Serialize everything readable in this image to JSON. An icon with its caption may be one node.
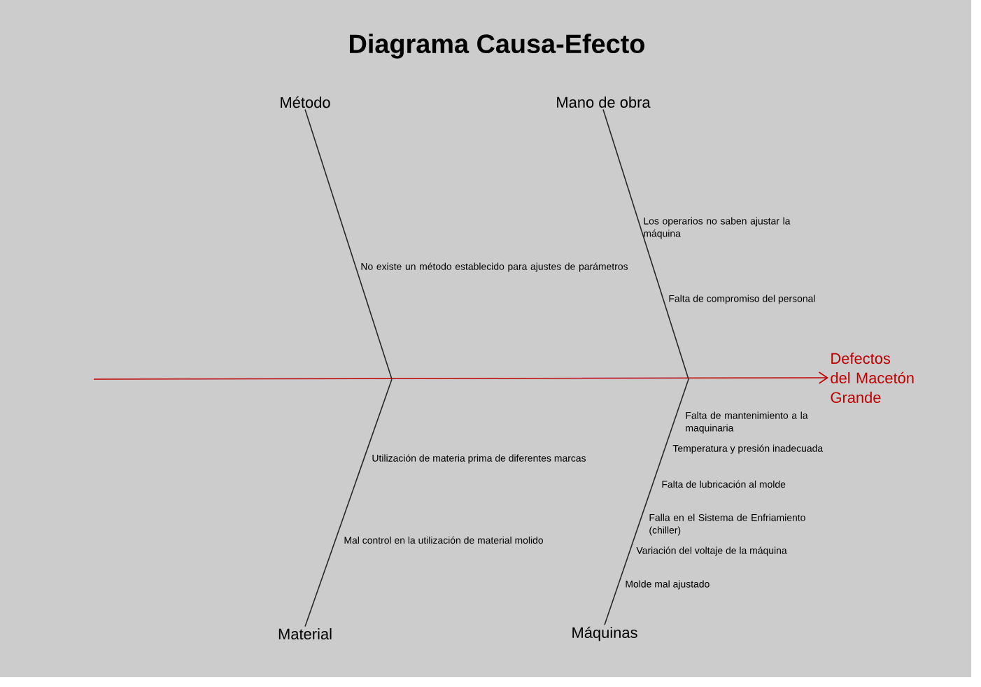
{
  "diagram": {
    "title": "Diagrama Causa-Efecto",
    "nodes": [
      {
        "text": [
          "Método"
        ]
      },
      {
        "text": [
          "Mano de obra"
        ]
      },
      {
        "text": [
          "Defectos del Macetón Grande"
        ]
      },
      {
        "text": [
          "Material"
        ]
      },
      {
        "text": [
          "Máquinas"
        ]
      }
    ],
    "edges": [
      {
        "from": null,
        "to": 2,
        "arrow": "to",
        "color": "#c00000"
      },
      {
        "from": 0,
        "to": null,
        "arrow": "none"
      },
      {
        "from": 1,
        "to": null,
        "arrow": "none"
      },
      {
        "from": 3,
        "to": null,
        "arrow": "none"
      },
      {
        "from": 4,
        "to": null,
        "arrow": "none"
      }
    ],
    "labels": [
      "Los operarios no saben ajustar la máquina",
      "No existe un método establecido para ajustes de parámetros",
      "Falta de compromiso del personal",
      "Falta de mantenimiento a la maquinaria",
      "Temperatura y presión inadecuada",
      "Utilización de materia prima de diferentes marcas",
      "Falta de lubricación al molde",
      "Falla en el Sistema de Enfriamiento (chiller)",
      "Mal control en la utilización de material molido",
      "Variación del voltaje de la máquina",
      "Molde mal ajustado"
    ]
  }
}
